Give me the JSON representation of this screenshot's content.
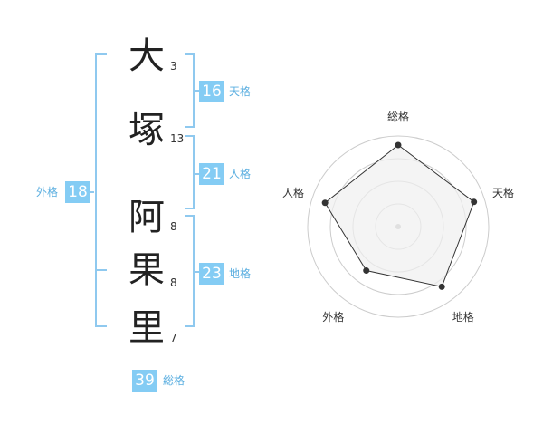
{
  "name": {
    "chars": [
      {
        "char": "大",
        "strokes": "3"
      },
      {
        "char": "塚",
        "strokes": "13"
      },
      {
        "char": "阿",
        "strokes": "8"
      },
      {
        "char": "果",
        "strokes": "8"
      },
      {
        "char": "里",
        "strokes": "7"
      }
    ]
  },
  "kaku": {
    "tenkaku": {
      "value": "16",
      "label": "天格"
    },
    "jinkaku": {
      "value": "21",
      "label": "人格"
    },
    "chikaku": {
      "value": "23",
      "label": "地格"
    },
    "gaikaku": {
      "value": "18",
      "label": "外格"
    },
    "soukaku": {
      "value": "39",
      "label": "総格"
    }
  },
  "colors": {
    "accent": "#84ccf4",
    "bracket": "#8fc9ef",
    "label": "#5aaee0",
    "radar_fill": "#f0f0f0",
    "radar_line": "#333333",
    "grid": "#cccccc"
  },
  "chart_data": {
    "type": "radar",
    "axes": [
      "総格",
      "天格",
      "地格",
      "外格",
      "人格"
    ],
    "values": [
      0.9,
      0.88,
      0.82,
      0.6,
      0.85
    ],
    "range": [
      0,
      1
    ],
    "rings": 4
  }
}
